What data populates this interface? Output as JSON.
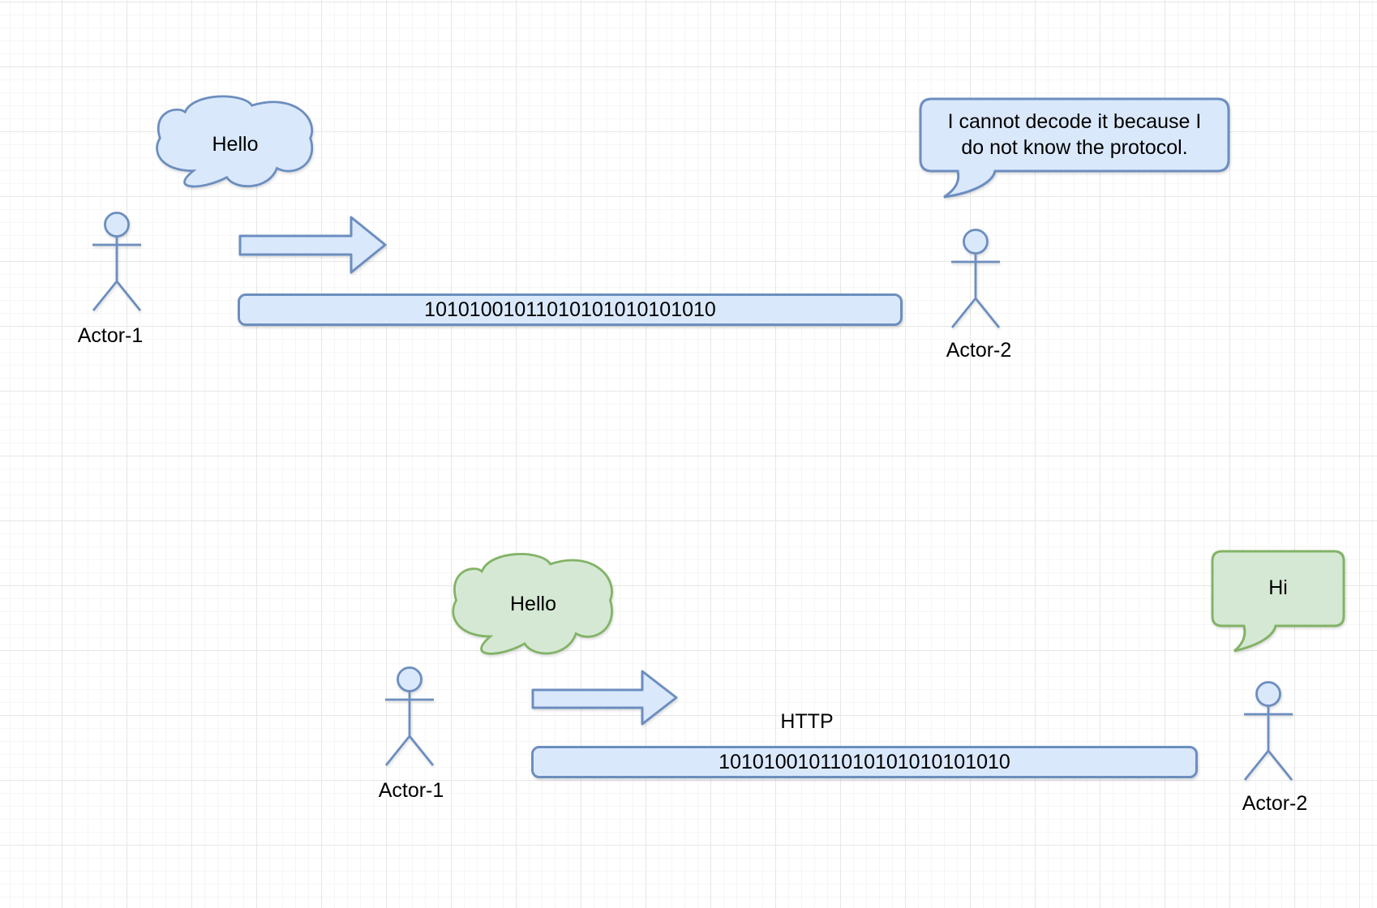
{
  "diagram": {
    "scenario_top": {
      "cloud_text": "Hello",
      "actor_left_label": "Actor-1",
      "actor_right_label": "Actor-2",
      "bitstream": "10101001011010101010101010",
      "reply_line1": "I cannot decode it because I",
      "reply_line2": "do not know the protocol."
    },
    "scenario_bottom": {
      "cloud_text": "Hello",
      "actor_left_label": "Actor-1",
      "actor_right_label": "Actor-2",
      "protocol_label": "HTTP",
      "bitstream": "10101001011010101010101010",
      "reply_text": "Hi"
    },
    "colors": {
      "background": "#ffffff",
      "grid_major": "#e7e7e7",
      "grid_minor": "#f6f6f6",
      "blue_fill": "#dae8fc",
      "blue_stroke": "#6c8ebf",
      "green_fill": "#d5e8d4",
      "green_stroke": "#82b366",
      "text": "#000000"
    }
  }
}
